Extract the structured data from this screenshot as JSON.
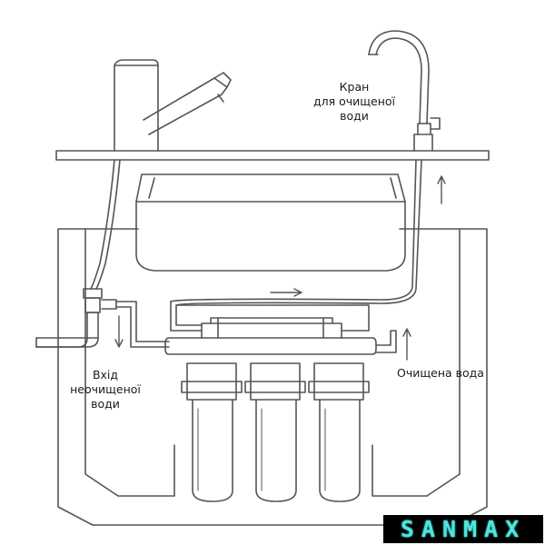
{
  "labels": {
    "tap_line1": "Кран",
    "tap_line2": "для очищеної",
    "tap_line3": "води",
    "inlet_line1": "Вхід",
    "inlet_line2": "неочищеної",
    "inlet_line3": "води",
    "outlet": "Очищена вода"
  },
  "logo": "SANMAX",
  "colors": {
    "line": "#555555",
    "logo_bg": "#000000",
    "logo_text": "#4ee6df"
  }
}
